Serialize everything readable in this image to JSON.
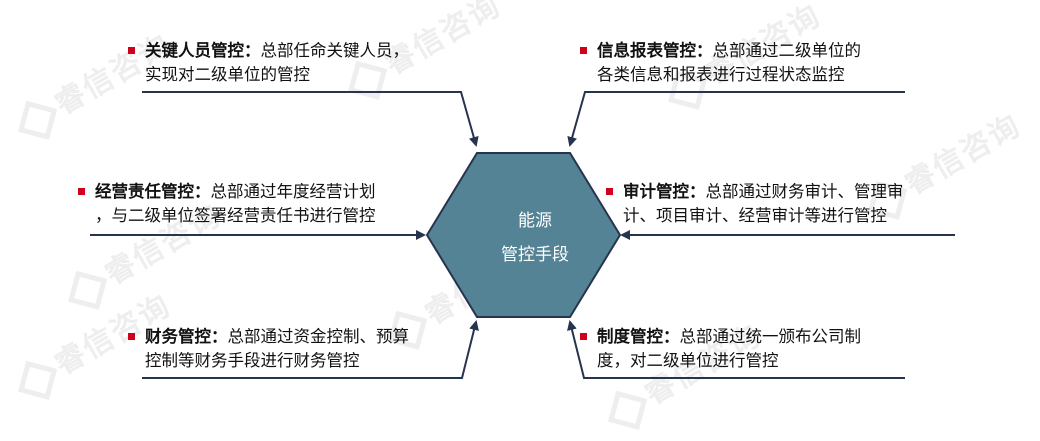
{
  "watermark": "睿信咨询",
  "center": {
    "line1": "能源",
    "line2": "管控手段",
    "fill": "#548396"
  },
  "colors": {
    "arrow": "#26344d",
    "bullet": "#d0021b"
  },
  "notes": {
    "top_left": {
      "head": "关键人员管控：",
      "l1": "总部任命关键人员，",
      "l2": "实现对二级单位的管控"
    },
    "mid_left": {
      "head": "经营责任管控：",
      "l1": "总部通过年度经营计划",
      "l2": "，与二级单位签署经营责任书进行管控"
    },
    "bottom_left": {
      "head": "财务管控：",
      "l1": "总部通过资金控制、预算",
      "l2": "控制等财务手段进行财务管控"
    },
    "top_right": {
      "head": "信息报表管控：",
      "l1": "总部通过二级单位的",
      "l2": "各类信息和报表进行过程状态监控"
    },
    "mid_right": {
      "head": "审计管控：",
      "l1": "总部通过财务审计、管理审",
      "l2": "计、项目审计、经营审计等进行管控"
    },
    "bottom_right": {
      "head": "制度管控：",
      "l1": "总部通过统一颁布公司制",
      "l2": "度，对二级单位进行管控"
    }
  }
}
